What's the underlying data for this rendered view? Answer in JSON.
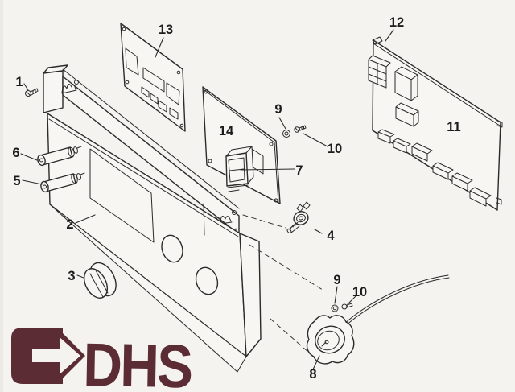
{
  "canvas": {
    "background": "#f5f3ef",
    "paper_edge": "#eceae5",
    "ink": "#2b2b2b"
  },
  "logo": {
    "text": "DHS",
    "color": "#5b2c33"
  },
  "callouts": [
    {
      "num": "1"
    },
    {
      "num": "2"
    },
    {
      "num": "3"
    },
    {
      "num": "4"
    },
    {
      "num": "5"
    },
    {
      "num": "6"
    },
    {
      "num": "7"
    },
    {
      "num": "8"
    },
    {
      "num": "9"
    },
    {
      "num": "10"
    },
    {
      "num": "9"
    },
    {
      "num": "10"
    },
    {
      "num": "11"
    },
    {
      "num": "12"
    },
    {
      "num": "13"
    },
    {
      "num": "14"
    }
  ]
}
